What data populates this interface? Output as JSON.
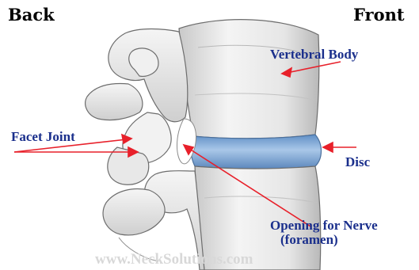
{
  "labels": {
    "back": "Back",
    "front": "Front",
    "vertebral_body": "Vertebral Body",
    "facet_joint": "Facet Joint",
    "disc": "Disc",
    "opening_line1": "Opening for Nerve",
    "opening_line2": "(foramen)"
  },
  "watermark": "www.NeckSolutions.com",
  "colors": {
    "arrow": "#e8202a",
    "label": "#1a2f8c",
    "disc": "#7aa6d6",
    "bone": "#ececec"
  }
}
